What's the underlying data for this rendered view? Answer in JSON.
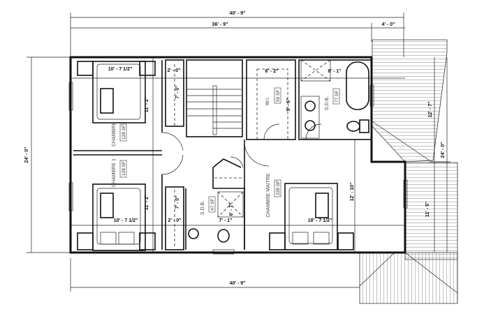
{
  "overall_dims": {
    "top_total": "40' - 9\"",
    "top_main": "36' - 9\"",
    "top_right": "4' - 0\"",
    "bottom_total": "40' - 9\"",
    "left_total": "24' - 0\"",
    "right_total": "24' - 0\"",
    "right_upper": "12' - 7\"",
    "right_lower": "11' - 5\""
  },
  "rooms": {
    "chambre_top": {
      "name": "CHAMBRE",
      "area": "128 SF",
      "width": "10' - 7 1/2\"",
      "depth": "11' - 2\""
    },
    "chambre_1": {
      "name": "CHAMBRE 1",
      "area": "128 SF",
      "width": "10' - 7 1/2\"",
      "depth": "11' - 2\""
    },
    "closet_top": {
      "width": "2' - 0\"",
      "depth": "7' - 0\""
    },
    "closet_bottom": {
      "width": "2' - 0\"",
      "depth": "7' - 0\""
    },
    "walk_in": {
      "name": "W.I.",
      "area": "59 SF",
      "width": "6' - 2\"",
      "depth": "9' - 6\""
    },
    "sdb_master": {
      "name": "S.D.B.",
      "area": "77 SF",
      "width": "8' - 1\""
    },
    "sdb_small": {
      "name": "S.D.B.",
      "area": "47 SF",
      "width": "7' - 1\"",
      "depth": "6' - 7\""
    },
    "chambre_maitre": {
      "name": "CHAMBRE MAITRE",
      "area": "228 SF",
      "width": "18' - 7 1/2\"",
      "depth": "12' - 10\""
    }
  }
}
